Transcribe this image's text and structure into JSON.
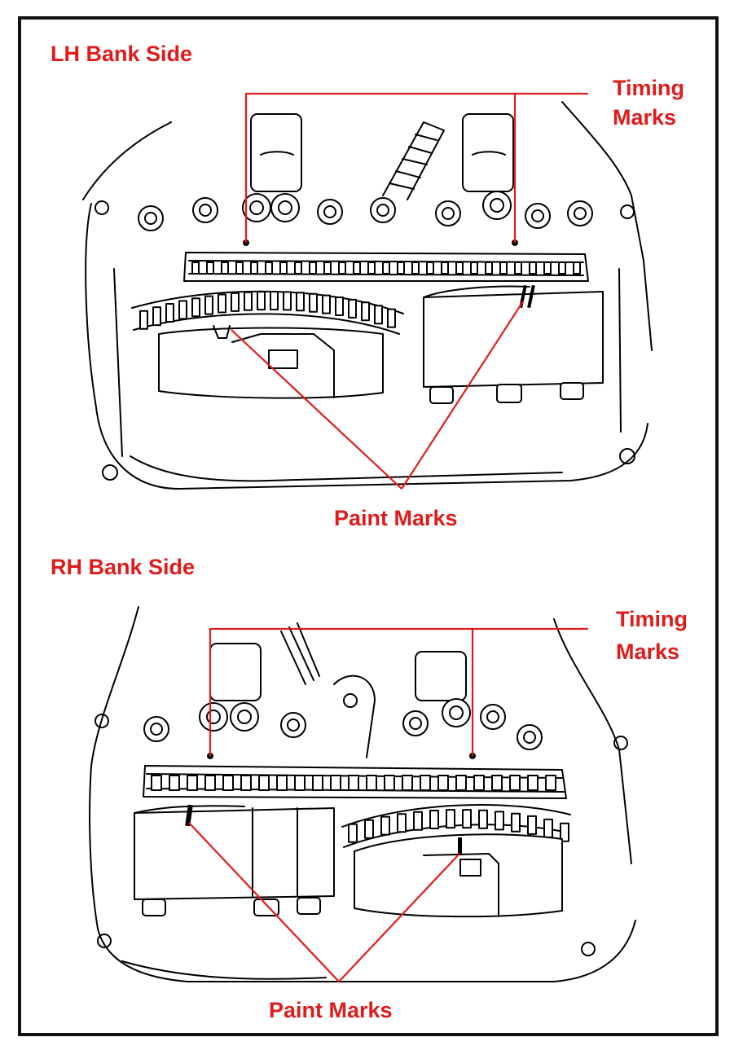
{
  "panels": [
    {
      "heading": "LH Bank Side",
      "timing_label": [
        "Timing",
        "Marks"
      ],
      "paint_label": "Paint Marks"
    },
    {
      "heading": "RH Bank Side",
      "timing_label": [
        "Timing",
        "Marks"
      ],
      "paint_label": "Paint Marks"
    }
  ],
  "colors": {
    "callout": "#e01b1b",
    "line_art": "#000000",
    "frame": "#111111"
  }
}
